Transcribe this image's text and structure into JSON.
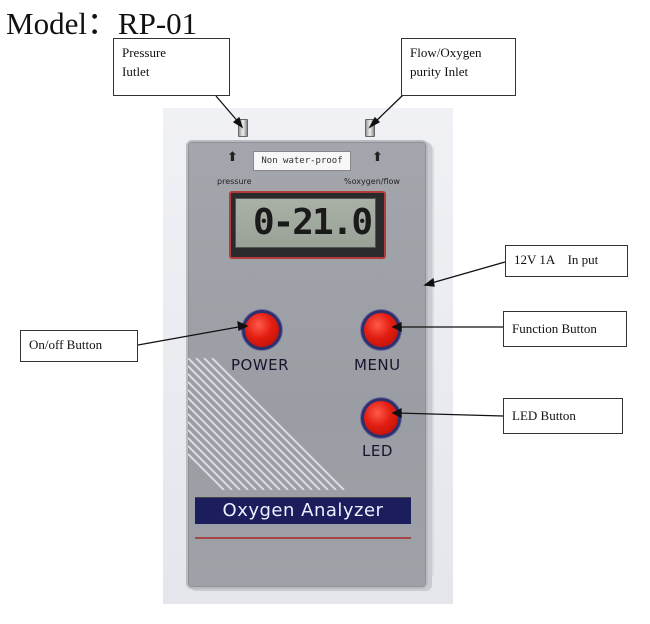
{
  "title": "Model：RP-01",
  "callouts": {
    "pressure_inlet": [
      "Pressure",
      "Iutlet"
    ],
    "flow_inlet": [
      "Flow/Oxygen",
      "purity Inlet"
    ],
    "power_input": "12V 1A    In put",
    "onoff_button": "On/off Button",
    "function_button": "Function Button",
    "led_button": "LED Button"
  },
  "device": {
    "label_sticker": "Non water-proof",
    "left_port_label": "pressure",
    "right_port_label": "%oxygen/flow",
    "display_value": "0-21.0",
    "buttons": {
      "power": "POWER",
      "menu": "MENU",
      "led": "LED"
    },
    "brand": "Oxygen Analyzer",
    "button_color": "#e21d10",
    "banner_color": "#1b1d5c"
  }
}
